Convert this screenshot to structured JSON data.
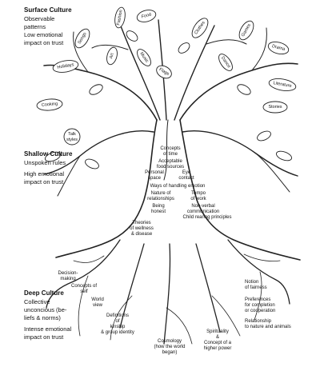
{
  "surface": {
    "heading": "Surface Culture",
    "line1": "Observable",
    "line2": "patterns",
    "line3": "Low emotional",
    "line4": "impact on trust"
  },
  "shallow": {
    "heading": "Shallow Culture",
    "line1": "Unspoken rules",
    "line2": "High emotional",
    "line3": "impact on trust"
  },
  "deep": {
    "heading": "Deep Culture",
    "line1": "Collective",
    "line2": "unconcious (be-",
    "line3": "liefs & norms)",
    "line4": "Intense emotional",
    "line5": "impact on trust"
  },
  "leaves": {
    "songs": "Songs",
    "art": "Art",
    "holidays": "Holidays",
    "fashion": "Fashion",
    "food": "Food",
    "clothes": "Clothes",
    "music": "Music",
    "games": "Games",
    "drama": "Drama",
    "dance": "Dance",
    "flags": "Flags",
    "literature": "Literature",
    "cooking": "Cooking",
    "stories": "Stories",
    "talk_styles_1": "Talk",
    "talk_styles_2": "styles"
  },
  "trunk": {
    "time_1": "Concepts",
    "time_2": "of time",
    "food_sources_1": "Acceptable",
    "food_sources_2": "food sources",
    "space_1": "Personal",
    "space_2": "space",
    "eye_1": "Eye",
    "eye_2": "contact",
    "emotion": "Ways of handling emotion",
    "relationships_1": "Nature of",
    "relationships_2": "relationships",
    "tempo_1": "Tempo",
    "tempo_2": "of work",
    "honest_1": "Being",
    "honest_2": "honest",
    "nonverbal_1": "Non-verbal",
    "nonverbal_2": "communication",
    "childrearing": "Child rearing principles",
    "wellness_1": "Theories",
    "wellness_2": "of wellness",
    "wellness_3": "& disease"
  },
  "roots": {
    "decision_1": "Decision-",
    "decision_2": "making",
    "self_1": "Concepts of",
    "self_2": "self",
    "worldview_1": "World",
    "worldview_2": "view",
    "kinship_1": "Definitions",
    "kinship_2": "of",
    "kinship_3": "kinship",
    "kinship_4": "& group identity",
    "cosmology_1": "Cosmology",
    "cosmology_2": "(how the world",
    "cosmology_3": "began)",
    "spirit_1": "Spirituality",
    "spirit_2": "&",
    "spirit_3": "Concept of a",
    "spirit_4": "higher power",
    "fairness_1": "Notion",
    "fairness_2": "of fairness",
    "completion_1": "Preferences",
    "completion_2": "for completion",
    "completion_3": "or cooperation",
    "nature_1": "Relationship",
    "nature_2": "to nature and animals"
  }
}
